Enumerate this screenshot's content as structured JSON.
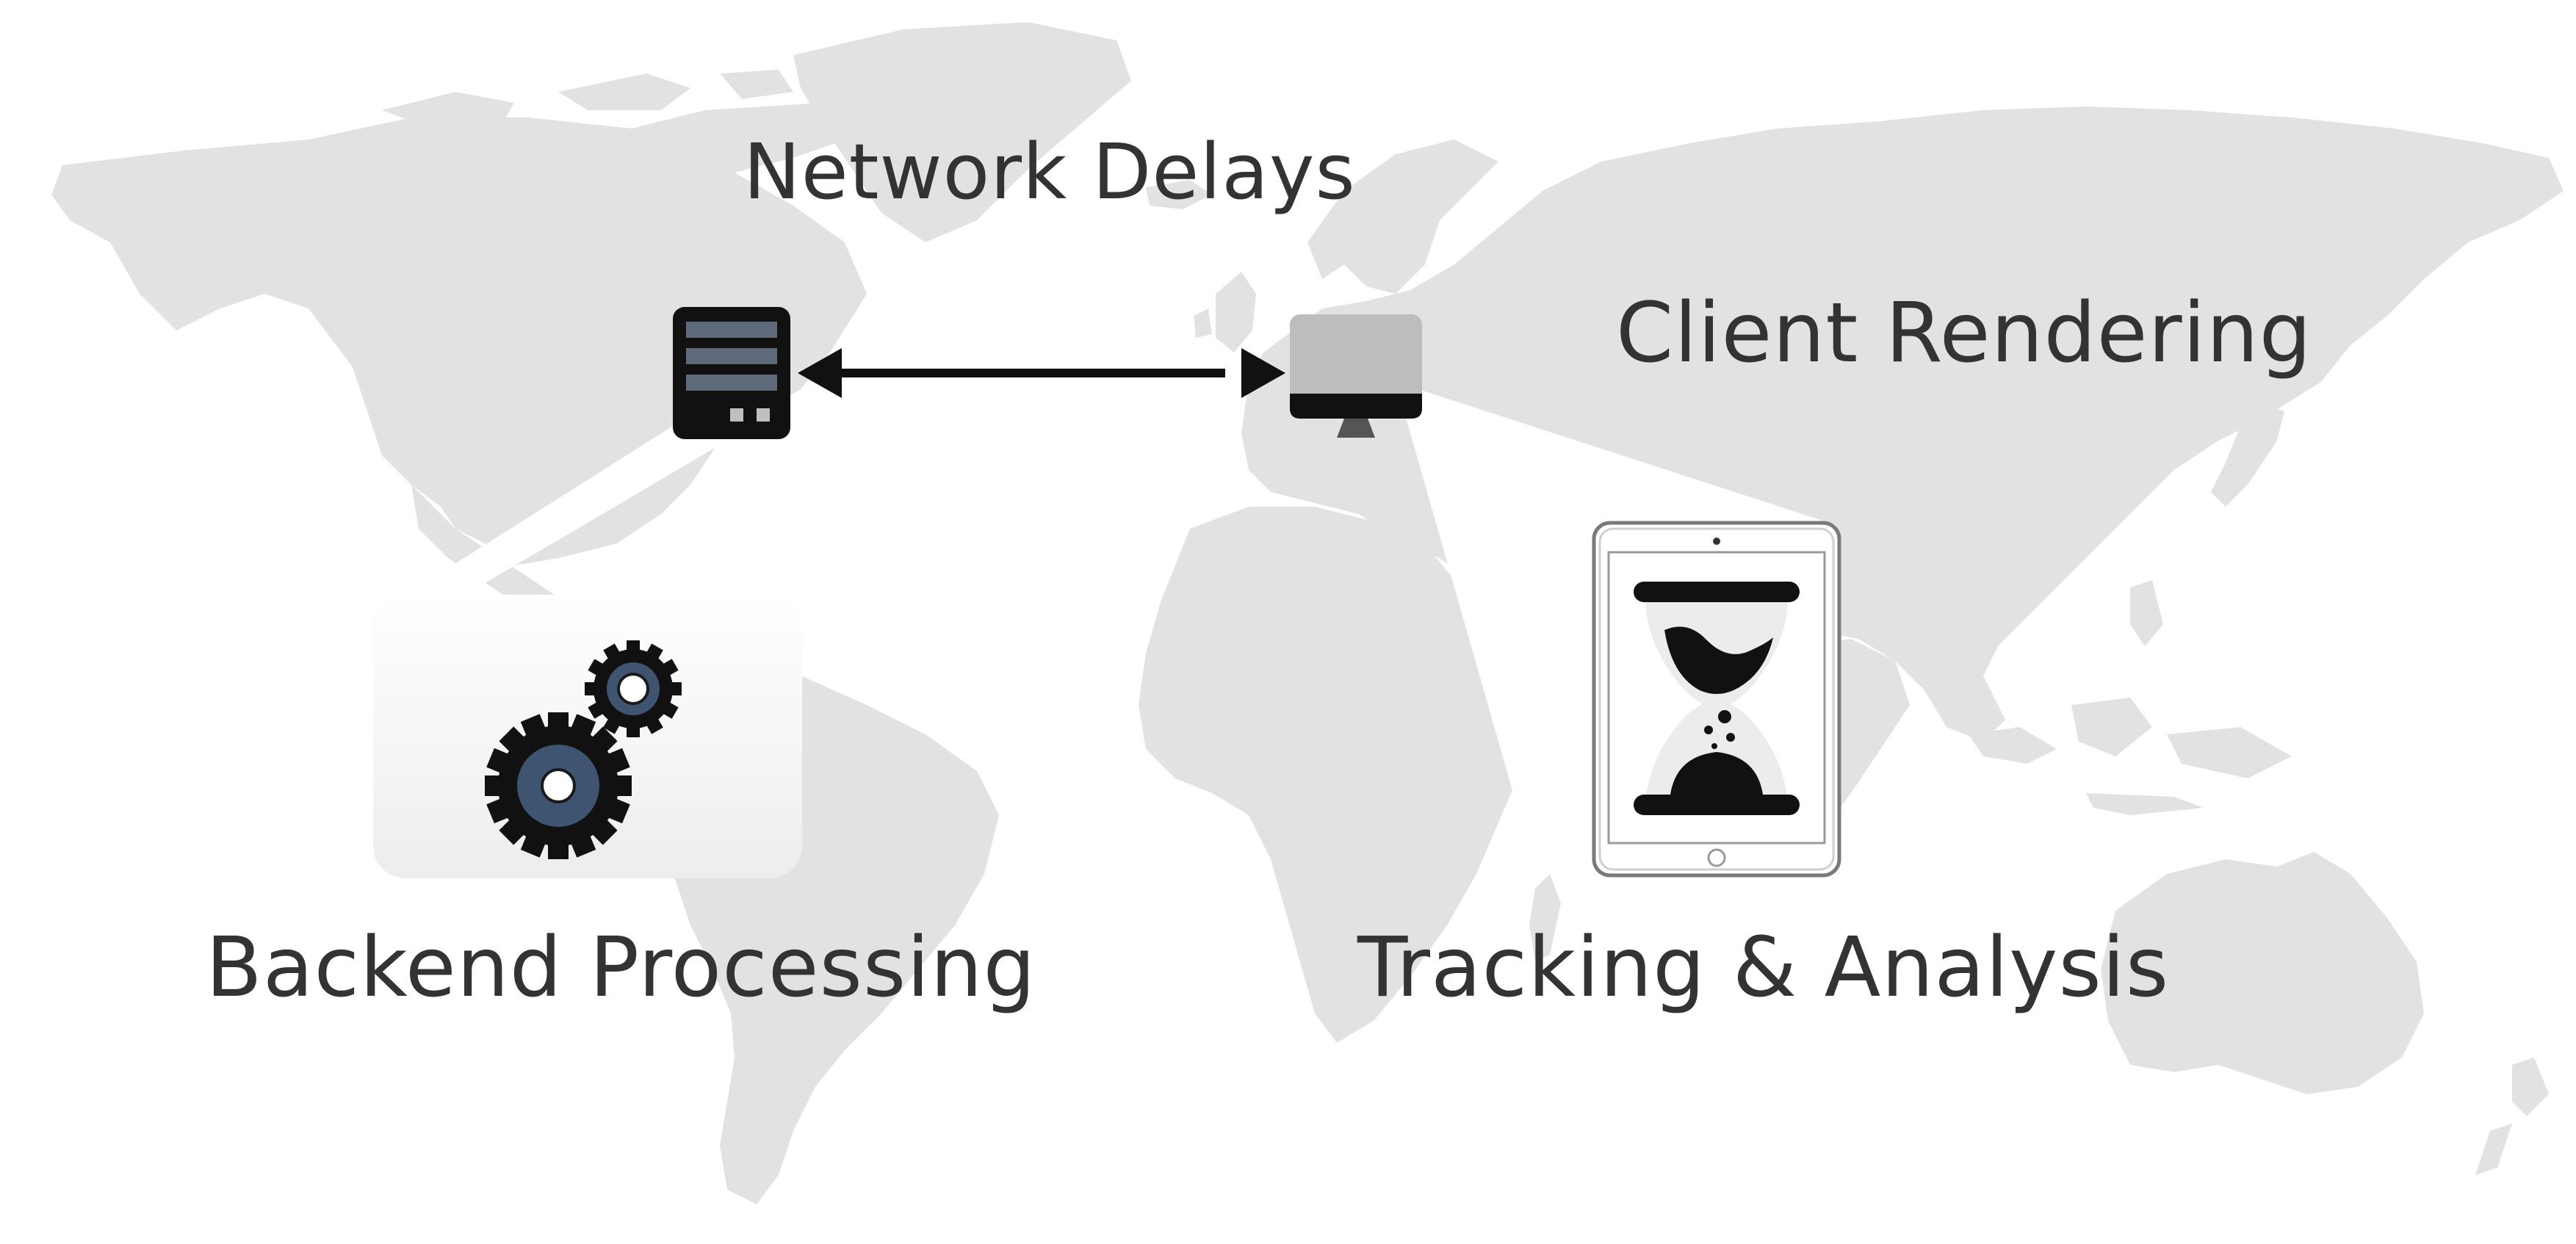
{
  "diagram": {
    "labels": {
      "network": "Network Delays",
      "client": "Client Rendering",
      "backend": "Backend Processing",
      "tracking": "Tracking & Analysis"
    },
    "icons": {
      "server": "server-icon",
      "monitor": "monitor-icon",
      "gears": "gears-icon",
      "tablet_hourglass": "hourglass-tablet-icon",
      "arrow": "double-arrow-icon",
      "map": "world-map"
    },
    "colors": {
      "map": "#e2e2e2",
      "text": "#333333",
      "icon_dark": "#111111",
      "server_stripe": "#5e6a7a",
      "gear_ring": "#3f5470",
      "monitor_screen": "#bdbdbd",
      "panel": "#f1f1f1"
    }
  }
}
